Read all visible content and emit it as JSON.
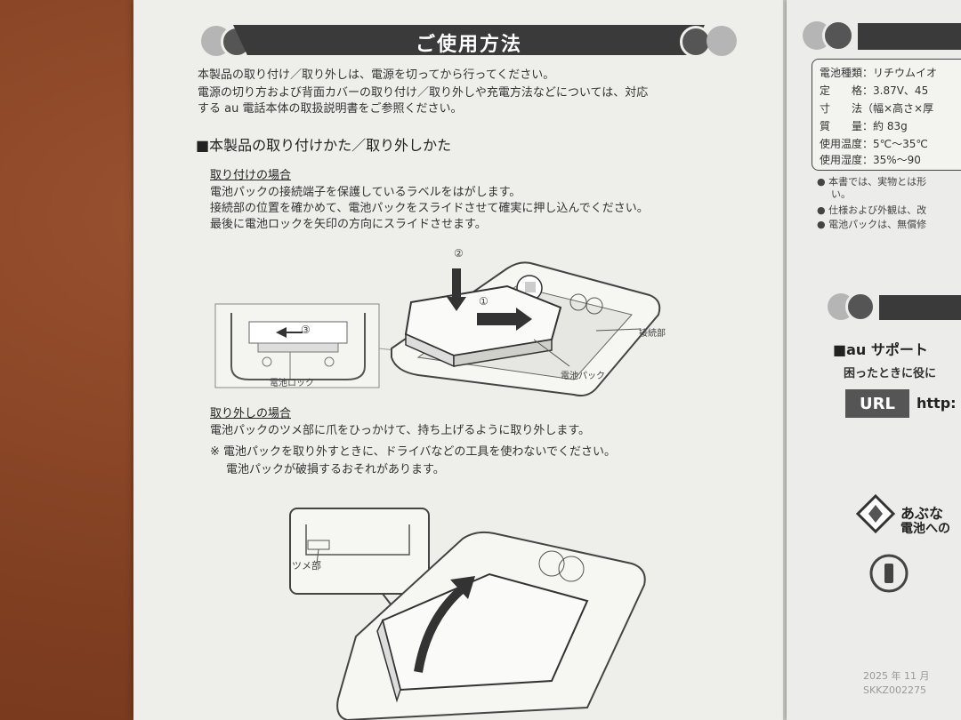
{
  "page": {
    "title": "ご使用方法",
    "intro_line1": "本製品の取り付け／取り外しは、電源を切ってから行ってください。",
    "intro_line2": "電源の切り方および背面カバーの取り付け／取り外しや充電方法などについては、対応",
    "intro_line3": "する au 電話本体の取扱説明書をご参照ください。",
    "section_heading": "■本製品の取り付けかた／取り外しかた",
    "attach": {
      "heading": "取り付けの場合",
      "line1": "電池パックの接続端子を保護しているラベルをはがします。",
      "line2": "接続部の位置を確かめて、電池パックをスライドさせて確実に押し込んでください。",
      "line3": "最後に電池ロックを矢印の方向にスライドさせます。",
      "label_connector": "接続部",
      "label_battery": "電池パック",
      "label_lock": "電池ロック",
      "step1": "①",
      "step2": "②",
      "step3": "③"
    },
    "remove": {
      "heading": "取り外しの場合",
      "line1": "電池パックのツメ部に爪をひっかけて、持ち上げるように取り外します。",
      "note1": "※ 電池パックを取り外すときに、ドライバなどの工具を使わないでください。",
      "note2": "電池パックが破損するおそれがあります。",
      "label_tab": "ツメ部"
    }
  },
  "right_page": {
    "spec": {
      "row1": "電池種類：リチウムイオ",
      "row2": "定　　格：3.87V、45",
      "row3": "寸　　法（幅×高さ×厚",
      "row4": "質　　量：約 83g",
      "row5": "使用温度：5℃～35℃",
      "row6": "使用湿度：35%～90"
    },
    "bullet1": "本書では、実物とは形",
    "bullet1b": "い。",
    "bullet2": "仕様および外観は、改",
    "bullet3": "電池パックは、無償修",
    "support_heading": "■au サポート",
    "support_sub": "困ったときに役に",
    "url_label": "URL",
    "url_text": "http:",
    "warning1": "あぶな",
    "warning2": "電池への",
    "footer1": "2025 年 11 月",
    "footer2": "SKKZ002275"
  },
  "colors": {
    "banner": "#3a3a3a",
    "dot_dark": "#555555",
    "dot_light": "#b5b5b5",
    "desk": "#8a4526"
  }
}
